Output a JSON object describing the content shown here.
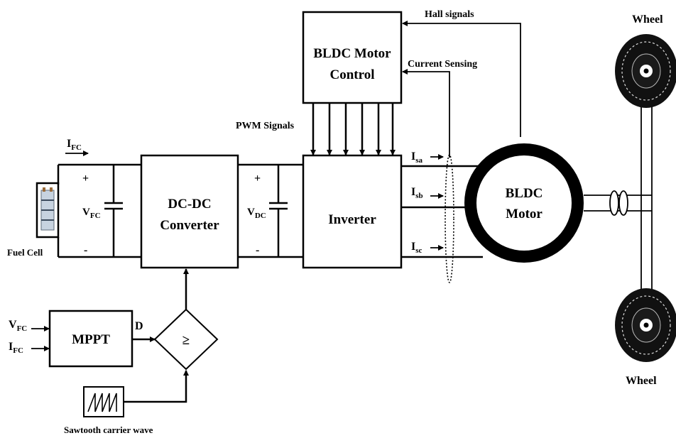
{
  "blocks": {
    "bldc_control_line1": "BLDC Motor",
    "bldc_control_line2": "Control",
    "dcdc_line1": "DC-DC",
    "dcdc_line2": "Converter",
    "inverter": "Inverter",
    "motor_line1": "BLDC",
    "motor_line2": "Motor",
    "mppt": "MPPT",
    "comparator": "≥"
  },
  "signals": {
    "hall": "Hall signals",
    "current_sensing": "Current Sensing",
    "pwm": "PWM Signals",
    "duty": "D",
    "sawtooth": "Sawtooth carrier wave"
  },
  "fuel_cell": {
    "label": "Fuel Cell",
    "current_main": "I",
    "current_sub": "FC",
    "voltage_main": "V",
    "voltage_sub": "FC",
    "plus": "+",
    "minus": "-"
  },
  "dc_link": {
    "voltage_main": "V",
    "voltage_sub": "DC",
    "plus": "+",
    "minus": "-"
  },
  "phase_currents": [
    {
      "main": "I",
      "sub": "sa"
    },
    {
      "main": "I",
      "sub": "sb"
    },
    {
      "main": "I",
      "sub": "sc"
    }
  ],
  "mppt_inputs": [
    {
      "main": "V",
      "sub": "FC"
    },
    {
      "main": "I",
      "sub": "FC"
    }
  ],
  "wheels": {
    "top": "Wheel",
    "bottom": "Wheel"
  },
  "icons": [
    "fuel-cell-icon",
    "capacitor-icon",
    "wheel-icon",
    "sawtooth-icon",
    "coupling-icon"
  ]
}
